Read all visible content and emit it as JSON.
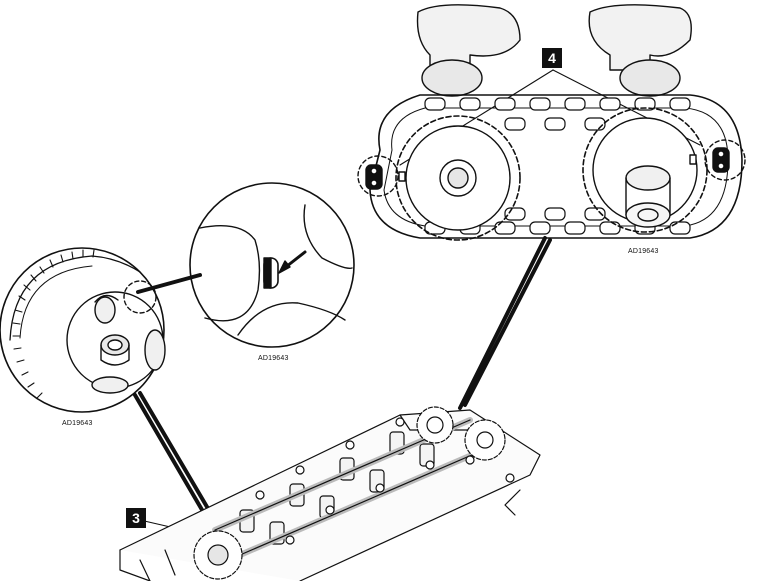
{
  "callouts": {
    "timing_marks": "4",
    "intake_sprocket": "3"
  },
  "figure_codes": {
    "chain_view": "AD19643",
    "detail_view": "AD19643",
    "sprocket_view": "AD19643"
  }
}
